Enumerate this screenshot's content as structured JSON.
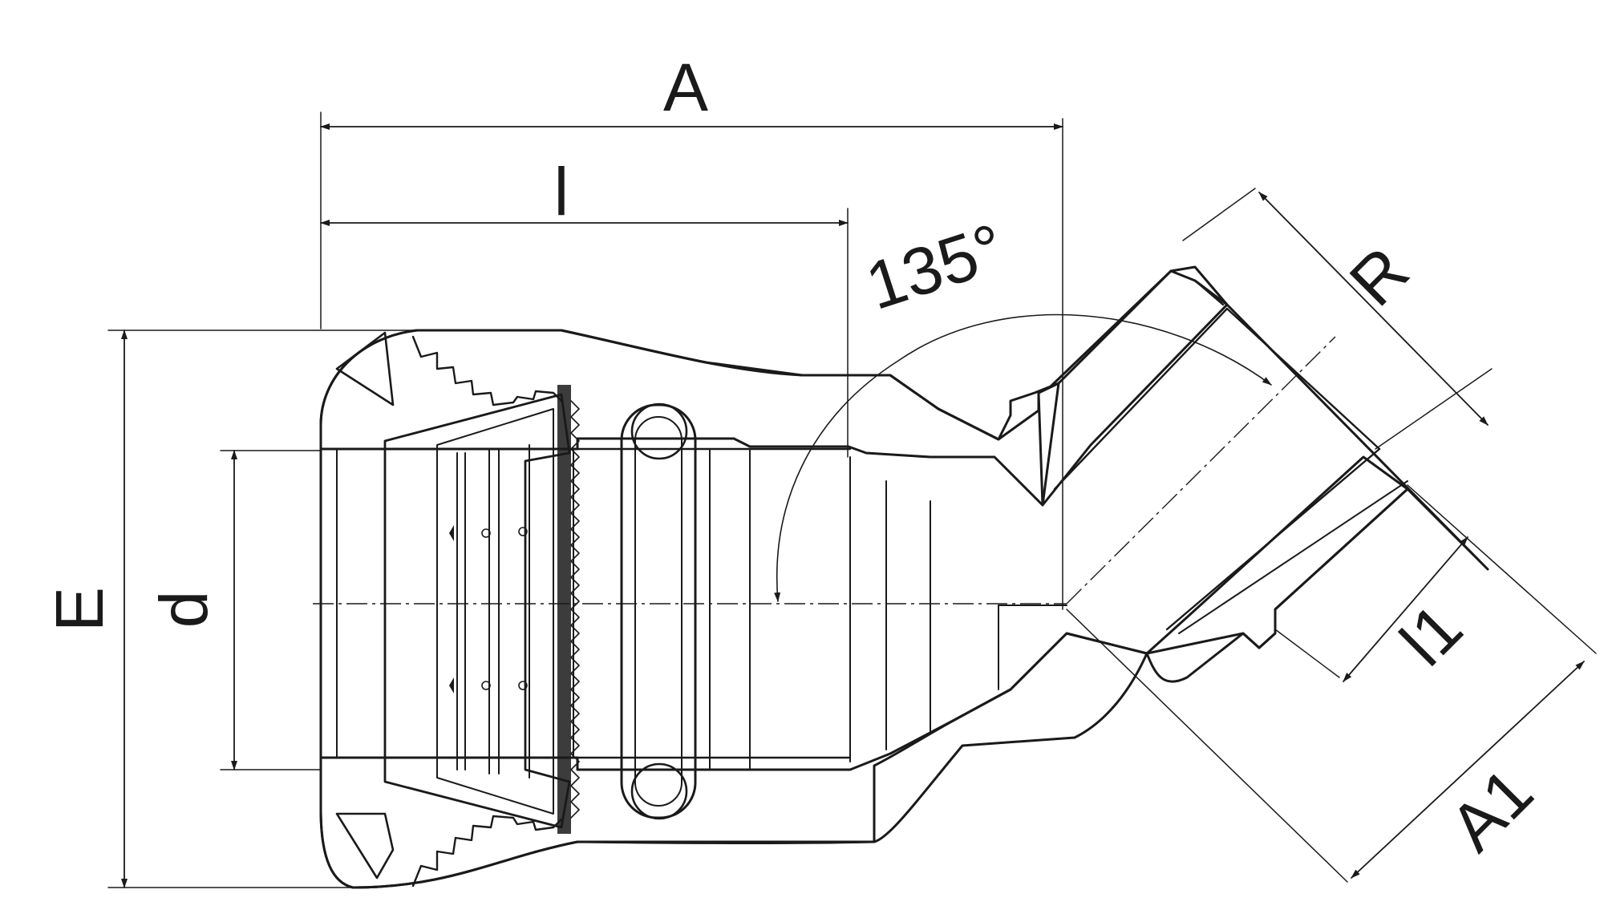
{
  "diagram": {
    "labels": {
      "A": "A",
      "l": "l",
      "angle": "135°",
      "R": "R",
      "E": "E",
      "d": "d",
      "l1": "l1",
      "A1": "A1"
    },
    "colors": {
      "stroke": "#1a1a1a",
      "background": "#ffffff"
    }
  }
}
